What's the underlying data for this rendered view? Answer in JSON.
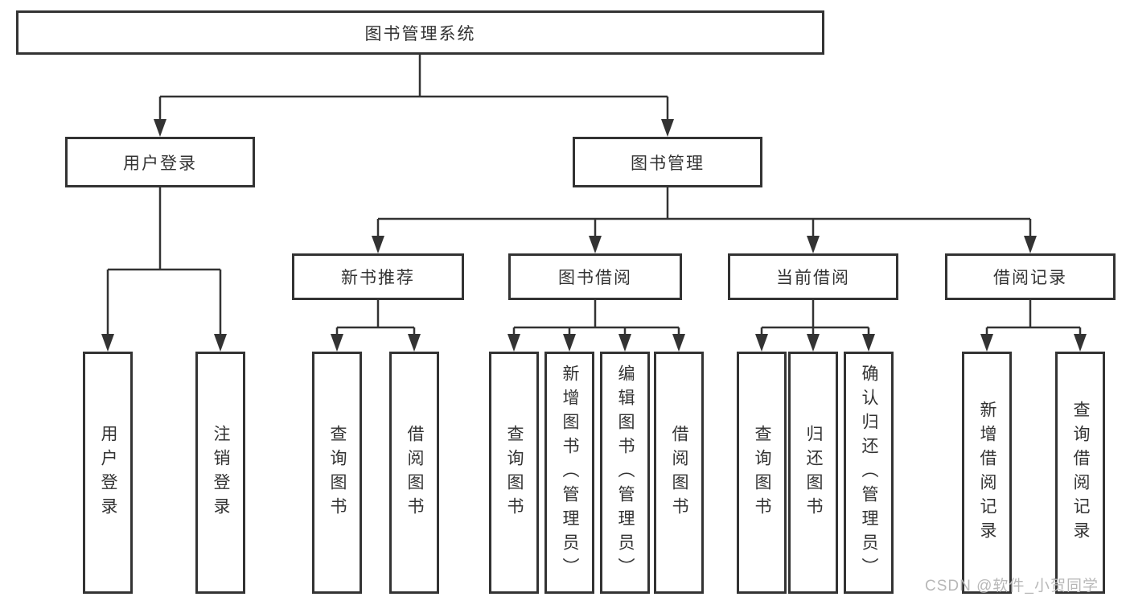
{
  "diagram": {
    "root": {
      "label": "图书管理系统",
      "children": [
        {
          "label": "用户登录",
          "children": [
            {
              "label": "用户登录"
            },
            {
              "label": "注销登录"
            }
          ]
        },
        {
          "label": "图书管理",
          "children": [
            {
              "label": "新书推荐",
              "children": [
                {
                  "label": "查询图书"
                },
                {
                  "label": "借阅图书"
                }
              ]
            },
            {
              "label": "图书借阅",
              "children": [
                {
                  "label": "查询图书"
                },
                {
                  "label": "新增图书（管理员）"
                },
                {
                  "label": "编辑图书（管理员）"
                },
                {
                  "label": "借阅图书"
                }
              ]
            },
            {
              "label": "当前借阅",
              "children": [
                {
                  "label": "查询图书"
                },
                {
                  "label": "归还图书"
                },
                {
                  "label": "确认归还（管理员）"
                }
              ]
            },
            {
              "label": "借阅记录",
              "children": [
                {
                  "label": "新增借阅记录"
                },
                {
                  "label": "查询借阅记录"
                }
              ]
            }
          ]
        }
      ]
    },
    "colors": {
      "line": "#333333",
      "box_border": "#333333",
      "text": "#333333",
      "watermark_text": "#b8b8b8"
    }
  },
  "watermark": {
    "text": "CSDN @软件_小贺同学"
  }
}
